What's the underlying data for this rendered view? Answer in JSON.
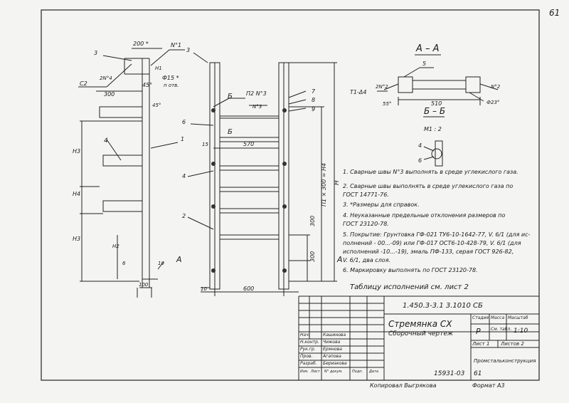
{
  "sheet_number": "61",
  "section_aa": "А – А",
  "section_bb": "Б – Б",
  "section_bb_scale": "М1 : 2",
  "callouts": {
    "c1": "1",
    "c2": "2",
    "c3": "3",
    "c4": "4",
    "c5": "5",
    "c6": "6",
    "c7": "7",
    "c8": "8",
    "c9": "9",
    "n1": "N°1",
    "n3": "N°3"
  },
  "dims": {
    "d200": "200 *",
    "d300": "300",
    "d45a": "45°",
    "d45b": "45°",
    "d15": "Ф15 *",
    "d15b": "п отв.",
    "d15c": "15",
    "d570": "570",
    "d600": "600",
    "d10a": "10",
    "d10b": "10",
    "d100": "100",
    "d300b": "300",
    "d300c": "300",
    "d510": "510",
    "d55": "55°",
    "d23": "Ф23°",
    "h1": "H1",
    "h2": "H2",
    "h3": "H3",
    "h4": "H4",
    "h_total": "H",
    "h_formula": "П1 × 300 = H4",
    "weld_left": "С2",
    "weld_2n": "2N°4",
    "weld_aa": "Т1-Δ4",
    "weld_aa2": "2N°2",
    "weld_aa3": "N°2",
    "pos_nz": "П2 N°3",
    "mark_b": "Б",
    "mark_a": "А",
    "e6": "6"
  },
  "notes": [
    "1. Сварные швы N°3 выполнять в среде углекислого газа.",
    "2. Сварные швы выполнять в среде углекислого газа по",
    "    ГОСТ 14771-76.",
    "3. *Размеры для справок.",
    "4. Неуказанные предельные отклонения размеров по",
    "    ГОСТ 23120-78.",
    "5. Покрытие: Грунтовка ГФ-021 ТУ6-10-1642-77, V. 6/1 (для ис-",
    "    полнений - 00...-09) или ГФ-017 ОСТ6-10-428-79, V. 6/1 (для",
    "    исполнений -10...-19), эмаль ПФ-133, серая ГОСТ 926-82,",
    "    V. 6/1, два слоя.",
    "6. Маркировку выполнять по ГОСТ 23120-78."
  ],
  "table_ref": "Таблицу исполнений см. лист 2",
  "title_block": {
    "doc_code": "1.450.3-3.1  3.1010 СБ",
    "title": "Стремянка СХ",
    "subtitle": "Сборочный чертеж",
    "h_stage": "Стадия",
    "h_mass": "Масса",
    "h_scale": "Масштаб",
    "stage": "Р",
    "mass": "См. табл.",
    "scale": "1:10",
    "sheet": "Лист 1",
    "sheets": "Листов 2",
    "org": "Промстальконструкция",
    "roles": [
      "Нач.",
      "Н.контр.",
      "Рук.гр.",
      "Пров.",
      "Разраб."
    ],
    "names": [
      "Кашинова",
      "Чижова",
      "Ермнова",
      "Агапова",
      "Бериакова"
    ],
    "h_izm": "Изм.",
    "h_list": "Лист",
    "h_doc": "N° докум.",
    "h_sign": "Подп.",
    "h_date": "Дата"
  },
  "footer": {
    "inv": "15931-03",
    "page": "61",
    "copied": "Копировал Выгрякова",
    "format": "Формат А3"
  }
}
